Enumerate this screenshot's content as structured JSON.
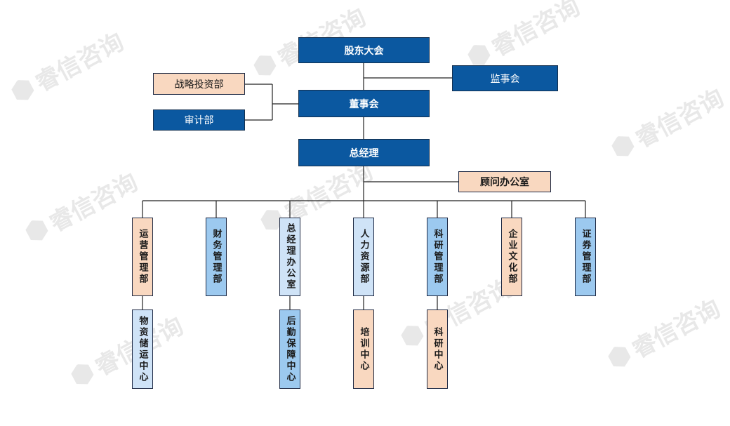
{
  "watermark": "睿信咨询",
  "nodes": {
    "shareholders": "股东大会",
    "supervisors": "监事会",
    "strategy": "战略投资部",
    "audit": "审计部",
    "board": "董事会",
    "gm": "总经理",
    "advisor": "顾问办公室",
    "ops": "运营管理部",
    "finance": "财务管理部",
    "gm_office": "总经理办公室",
    "hr": "人力资源部",
    "research": "科研管理部",
    "culture": "企业文化部",
    "securities": "证券管理部",
    "logistics": "物资储运中心",
    "support": "后勤保障中心",
    "training": "培训中心",
    "research_center": "科研中心"
  },
  "colors": {
    "dark": "#0b58a0",
    "peach": "#f9d8c0",
    "light_blue": "#cfe3f7",
    "mid_blue": "#9cc9ef"
  }
}
